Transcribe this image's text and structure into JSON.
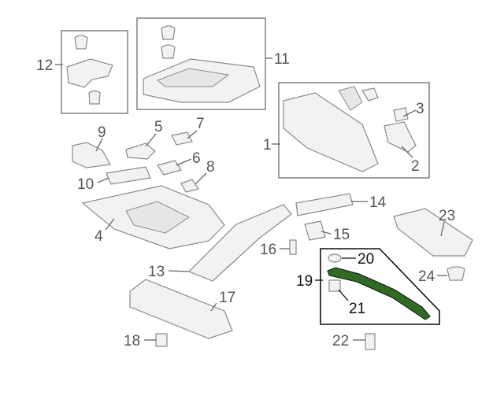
{
  "colors": {
    "highlight": "#2f6b22",
    "line": "#8a8a8a",
    "label": "#555555"
  },
  "callouts": {
    "c1": "1",
    "c2": "2",
    "c3": "3",
    "c4": "4",
    "c5": "5",
    "c6": "6",
    "c7": "7",
    "c8": "8",
    "c9": "9",
    "c10": "10",
    "c11": "11",
    "c12": "12",
    "c13": "13",
    "c14": "14",
    "c15": "15",
    "c16": "16",
    "c17": "17",
    "c18": "18",
    "c19": "19",
    "c20": "20",
    "c21": "21",
    "c22": "22",
    "c23": "23",
    "c24": "24"
  }
}
